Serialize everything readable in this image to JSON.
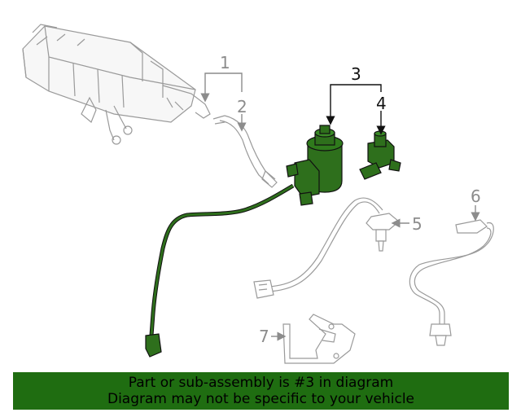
{
  "diagram": {
    "callouts": [
      {
        "id": "1",
        "label": "1"
      },
      {
        "id": "2",
        "label": "2"
      },
      {
        "id": "3",
        "label": "3"
      },
      {
        "id": "4",
        "label": "4"
      },
      {
        "id": "5",
        "label": "5"
      },
      {
        "id": "6",
        "label": "6"
      },
      {
        "id": "7",
        "label": "7"
      }
    ],
    "highlight_color": "#2e6f1c",
    "outline_color": "#8c8c8c"
  },
  "banner": {
    "line1": "Part or sub-assembly is #3 in diagram",
    "line2": "Diagram may not be specific to your vehicle",
    "background": "#1f6d11"
  }
}
